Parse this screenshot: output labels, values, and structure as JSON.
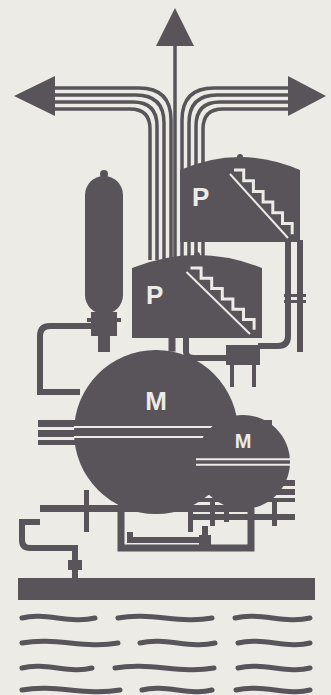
{
  "diagram": {
    "nodes": [
      {
        "text": [
          "P"
        ]
      },
      {
        "text": [
          "P"
        ]
      },
      {
        "text": [
          "M"
        ]
      },
      {
        "text": [
          "M"
        ]
      }
    ],
    "edges": [
      {
        "from": 2,
        "to": 1,
        "arrow": "none"
      },
      {
        "from": 2,
        "to": 3,
        "arrow": "none"
      }
    ]
  }
}
